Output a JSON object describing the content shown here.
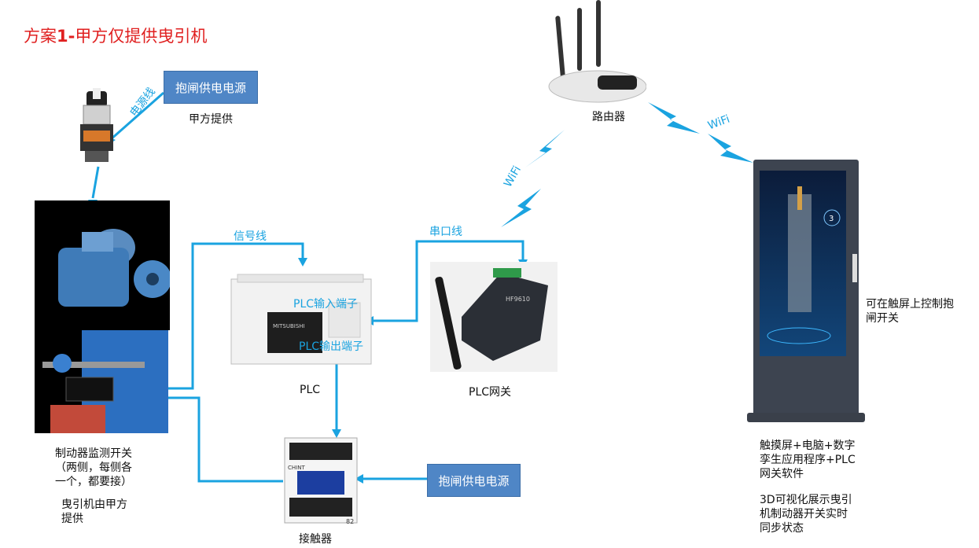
{
  "title": {
    "main": "方案",
    "num": "1-",
    "rest": "甲方仅提供曳引机"
  },
  "boxes": {
    "power_top": "抱闸供电电源",
    "power_bottom": "抱闸供电电源"
  },
  "labels": {
    "supplied_by_a": "甲方提供",
    "power_line": "电源线",
    "router": "路由器",
    "wifi_left": "WiFi",
    "wifi_right": "WiFi",
    "signal_line": "信号线",
    "serial_line": "串口线",
    "plc_input": "PLC输入端子",
    "plc_output": "PLC输出端子",
    "plc": "PLC",
    "plc_gateway": "PLC网关",
    "contactor": "接触器",
    "brake_switch": "制动器监测开关\n（两侧，每侧各\n一个，都要接）",
    "traction_machine": "曳引机由甲方\n提供",
    "touch_control": "可在触屏上控制抱\n闸开关",
    "touch_desc": "触摸屏+电脑+数字\n孪生应用程序+PLC\n网关软件",
    "visual_desc": "3D可视化展示曳引\n机制动器开关实时\n同步状态",
    "gateway_model": "HF9610",
    "plc_brand": "MITSUBISHI",
    "contactor_brand": "CHINT",
    "contactor_num": "82",
    "screen_number": "3"
  },
  "colors": {
    "line": "#1aa3e0",
    "title": "#e02020",
    "box": "#4f86c6"
  }
}
